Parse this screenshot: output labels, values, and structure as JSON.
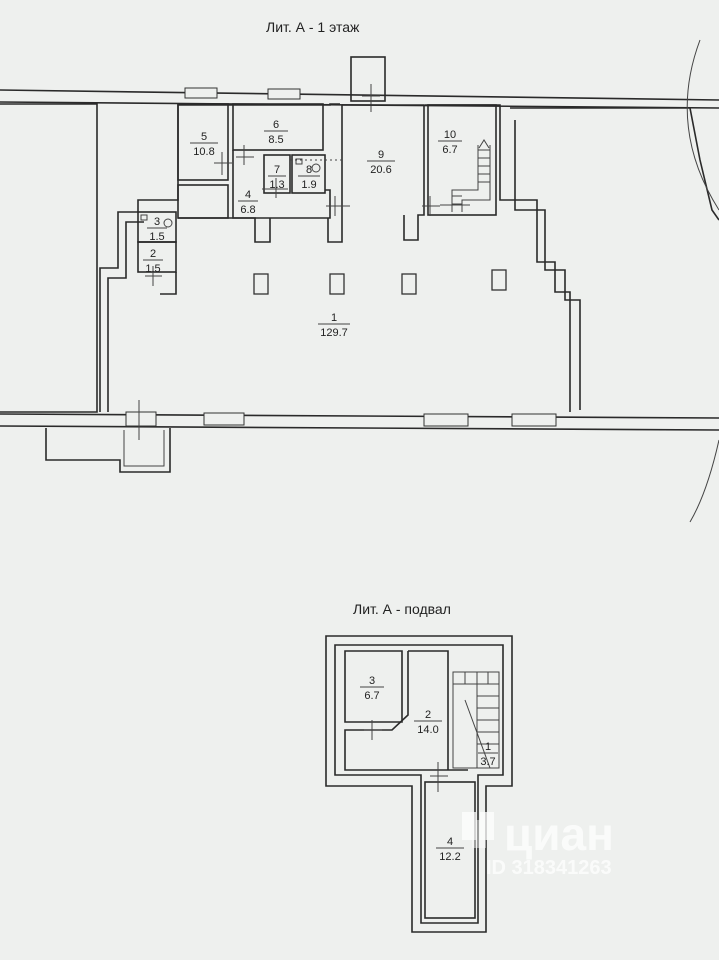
{
  "titles": {
    "floor1": "Лит. А - 1 этаж",
    "basement": "Лит. А - подвал"
  },
  "floor1_rooms": [
    {
      "num": "1",
      "area": "129.7"
    },
    {
      "num": "2",
      "area": "1.5"
    },
    {
      "num": "3",
      "area": "1.5"
    },
    {
      "num": "4",
      "area": "6.8"
    },
    {
      "num": "5",
      "area": "10.8"
    },
    {
      "num": "6",
      "area": "8.5"
    },
    {
      "num": "7",
      "area": "1.3"
    },
    {
      "num": "8",
      "area": "1.9"
    },
    {
      "num": "9",
      "area": "20.6"
    },
    {
      "num": "10",
      "area": "6.7"
    }
  ],
  "basement_rooms": [
    {
      "num": "1",
      "area": "3.7"
    },
    {
      "num": "2",
      "area": "14.0"
    },
    {
      "num": "3",
      "area": "6.7"
    },
    {
      "num": "4",
      "area": "12.2"
    }
  ],
  "watermark": {
    "brand": "циан",
    "id": "ID 318341263"
  }
}
